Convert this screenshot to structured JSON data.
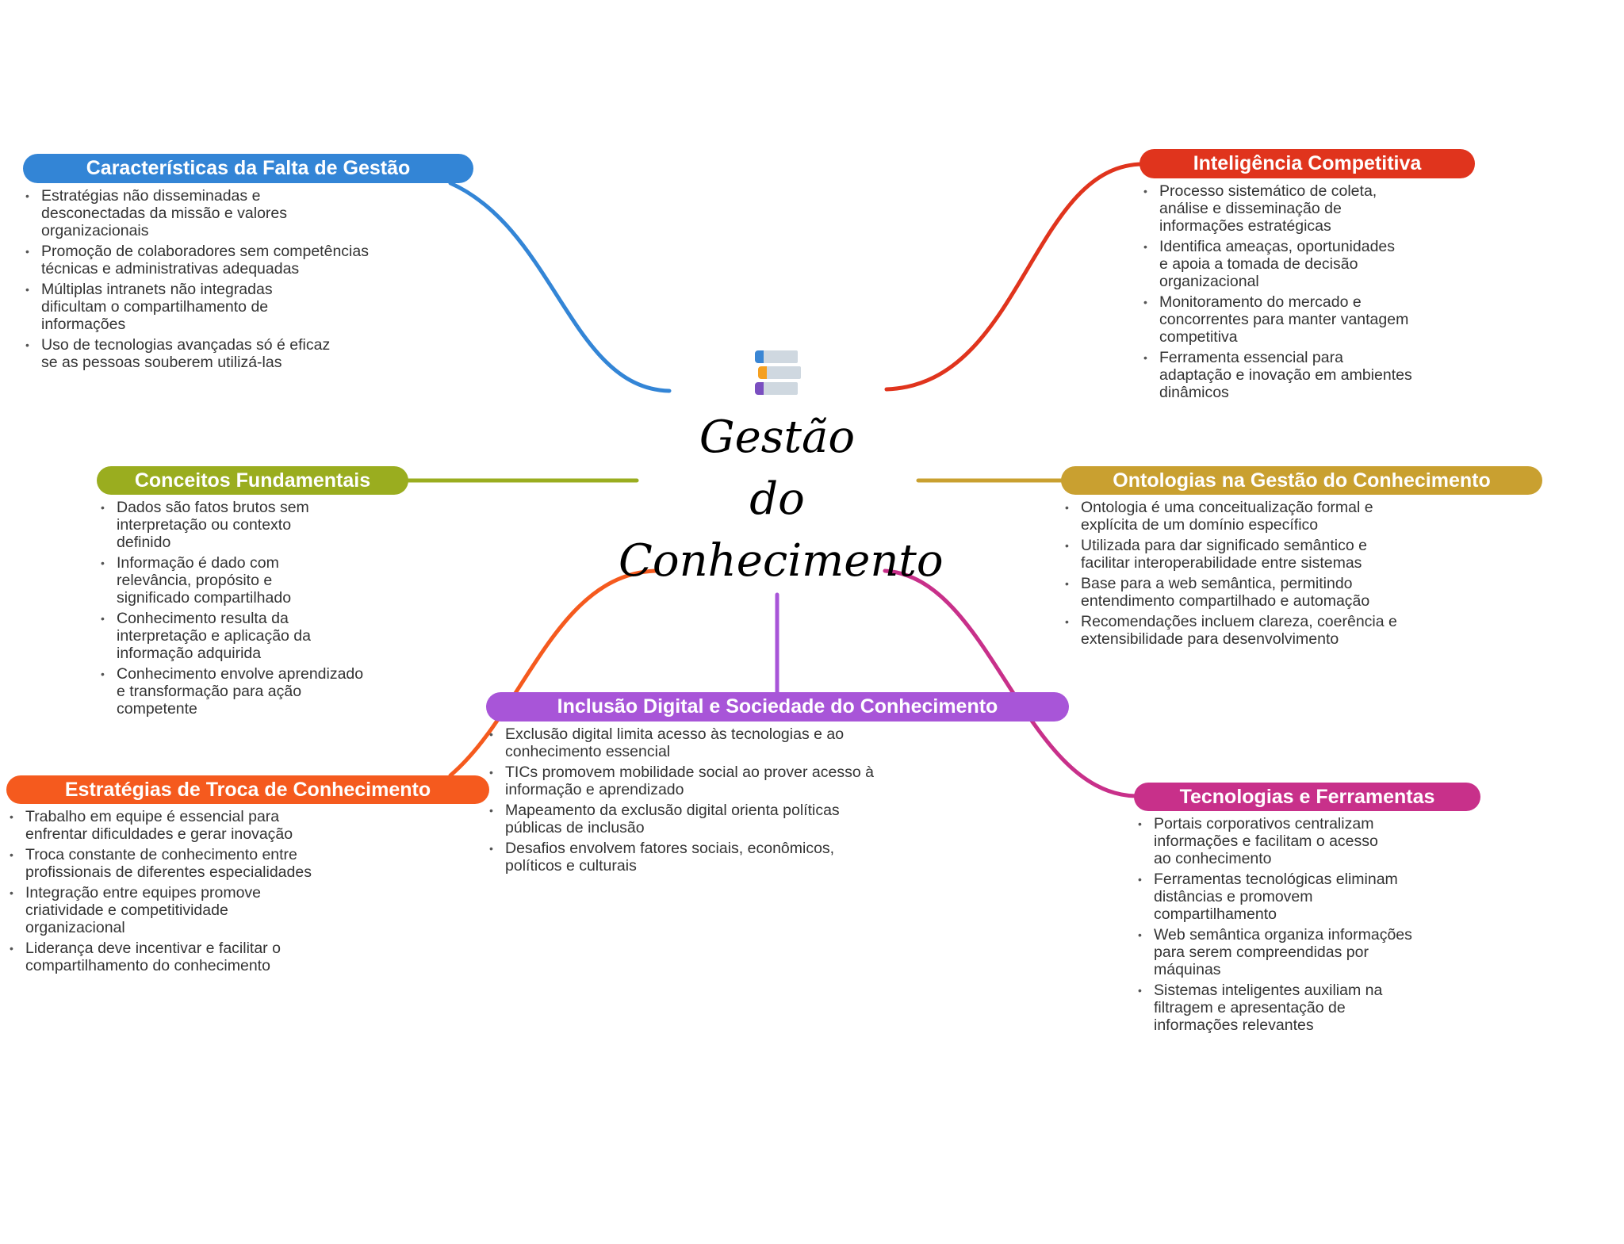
{
  "center": {
    "title": "Gestão\ndo\nConhecimento",
    "icon": "books-icon"
  },
  "branches": {
    "falta": {
      "title": "Características da Falta de Gestão",
      "color": "#3385d6",
      "items": [
        "Estratégias não disseminadas e\ndesconectadas da missão e valores\norganizacionais",
        "Promoção de colaboradores sem competências\ntécnicas e administrativas adequadas",
        "Múltiplas intranets não integradas\ndificultam o compartilhamento de\ninformações",
        "Uso de tecnologias avançadas só é eficaz\nse as pessoas souberem utilizá-las"
      ]
    },
    "inteligencia": {
      "title": "Inteligência Competitiva",
      "color": "#e0341d",
      "items": [
        "Processo sistemático de coleta,\nanálise e disseminação de\ninformações estratégicas",
        "Identifica ameaças, oportunidades\ne apoia a tomada de decisão\norganizacional",
        "Monitoramento do mercado e\nconcorrentes para manter vantagem\ncompetitiva",
        "Ferramenta essencial para\nadaptação e inovação em ambientes\ndinâmicos"
      ]
    },
    "conceitos": {
      "title": "Conceitos Fundamentais",
      "color": "#9aad1f",
      "items": [
        "Dados são fatos brutos sem\ninterpretação ou contexto\ndefinido",
        "Informação é dado com\nrelevância, propósito e\nsignificado compartilhado",
        "Conhecimento resulta da\ninterpretação e aplicação da\ninformação adquirida",
        "Conhecimento envolve aprendizado\ne transformação para ação\ncompetente"
      ]
    },
    "ontologias": {
      "title": "Ontologias na Gestão do Conhecimento",
      "color": "#c9a030",
      "items": [
        "Ontologia é uma conceitualização formal e\nexplícita de um domínio específico",
        "Utilizada para dar significado semântico e\nfacilitar interoperabilidade entre sistemas",
        "Base para a web semântica, permitindo\nentendimento compartilhado e automação",
        "Recomendações incluem clareza, coerência e\nextensibilidade para desenvolvimento"
      ]
    },
    "inclusao": {
      "title": "Inclusão Digital e Sociedade do Conhecimento",
      "color": "#a855d8",
      "items": [
        "Exclusão digital limita acesso às tecnologias e ao\nconhecimento essencial",
        "TICs promovem mobilidade social ao prover acesso à\ninformação e aprendizado",
        "Mapeamento da exclusão digital orienta políticas\npúblicas de inclusão",
        "Desafios envolvem fatores sociais, econômicos,\npolíticos e culturais"
      ]
    },
    "troca": {
      "title": "Estratégias de Troca de Conhecimento",
      "color": "#f55a1e",
      "items": [
        "Trabalho em equipe é essencial para\nenfrentar dificuldades e gerar inovação",
        "Troca constante de conhecimento entre\nprofissionais de diferentes especialidades",
        "Integração entre equipes promove\ncriatividade e competitividade\norganizacional",
        "Liderança deve incentivar e facilitar o\ncompartilhamento do conhecimento"
      ]
    },
    "tecnologias": {
      "title": "Tecnologias e Ferramentas",
      "color": "#c8308a",
      "items": [
        "Portais corporativos centralizam\ninformações e facilitam o acesso\nao conhecimento",
        "Ferramentas tecnológicas eliminam\ndistâncias e promovem\ncompartilhamento",
        "Web semântica organiza informações\npara serem compreendidas por\nmáquinas",
        "Sistemas inteligentes auxiliam na\nfiltragem e apresentação de\ninformações relevantes"
      ]
    }
  }
}
